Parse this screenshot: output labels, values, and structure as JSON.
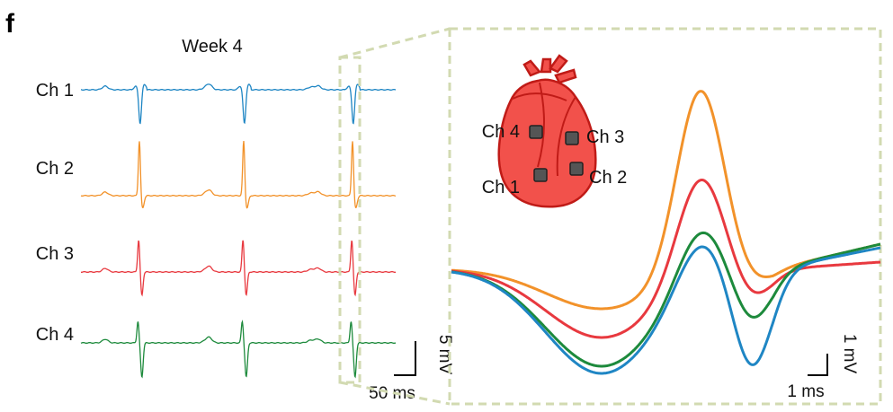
{
  "panel_label": "f",
  "colors": {
    "ch1": "#1f86c4",
    "ch2": "#f2922a",
    "ch3": "#e8393f",
    "ch4": "#1d8a3c",
    "zoom_box": "#d2dab1",
    "heart_fill": "#f2514b",
    "heart_stroke": "#c01b17",
    "electrode": "#555555"
  },
  "chart_data": [
    {
      "type": "line",
      "title": "Week 4",
      "series": [
        {
          "name": "Ch 1",
          "color_key": "ch1",
          "shape": "negative_spike"
        },
        {
          "name": "Ch 2",
          "color_key": "ch2",
          "shape": "positive_spike"
        },
        {
          "name": "Ch 3",
          "color_key": "ch3",
          "shape": "positive_spike_small"
        },
        {
          "name": "Ch 4",
          "color_key": "ch4",
          "shape": "biphasic_spike"
        }
      ],
      "beats": 3,
      "scale_bar": {
        "amplitude": "5 mV",
        "time": "50 ms"
      }
    },
    {
      "type": "line",
      "title": "",
      "series": [
        {
          "name": "Ch 2",
          "color_key": "ch2",
          "baseline_min": -0.55,
          "peak": 2.6,
          "trough_after": -0.2,
          "final": 0.35
        },
        {
          "name": "Ch 3",
          "color_key": "ch3",
          "baseline_min": -0.95,
          "peak": 1.45,
          "trough_after": -0.4,
          "final": 0.1
        },
        {
          "name": "Ch 4",
          "color_key": "ch4",
          "baseline_min": -1.35,
          "peak": 0.8,
          "trough_after": -0.7,
          "final": 0.35
        },
        {
          "name": "Ch 1",
          "color_key": "ch1",
          "baseline_min": -1.45,
          "peak": 0.65,
          "trough_after": -1.35,
          "final": 0.3
        }
      ],
      "scale_bar": {
        "amplitude": "1 mV",
        "time": "1 ms"
      },
      "heart_labels": [
        "Ch 4",
        "Ch 3",
        "Ch 1",
        "Ch 2"
      ]
    }
  ]
}
